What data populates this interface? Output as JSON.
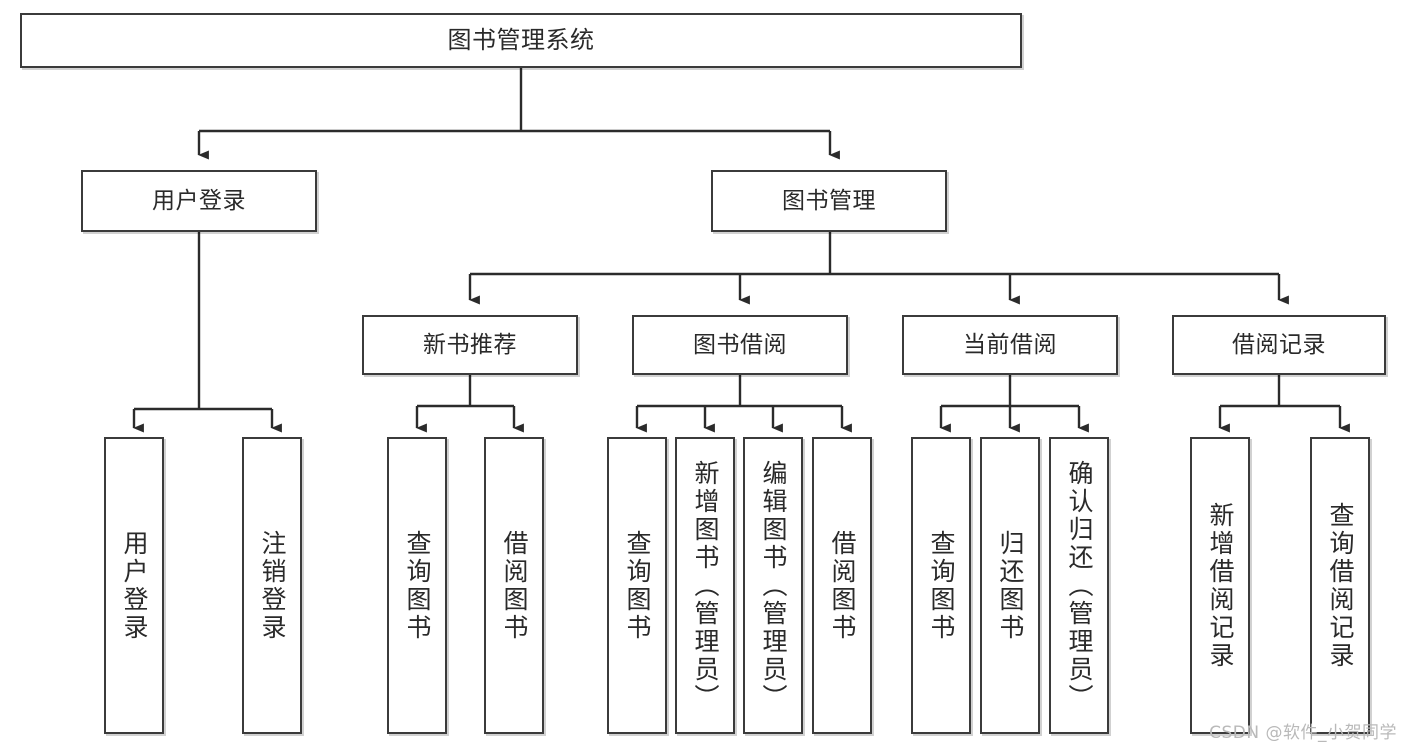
{
  "diagram": {
    "title": "图书管理系统",
    "type": "hierarchy-tree",
    "watermark": "CSDN @软件_小贺同学",
    "colors": {
      "box_border": "#3b3b3b",
      "box_fill": "#ffffff",
      "connector": "#2b2b2b",
      "text": "#2a2a2a",
      "watermark": "#b9b9b9"
    },
    "nodes": {
      "root": {
        "label": "图书管理系统"
      },
      "level2": [
        {
          "label": "用户登录"
        },
        {
          "label": "图书管理"
        }
      ],
      "level3": [
        {
          "label": "新书推荐"
        },
        {
          "label": "图书借阅"
        },
        {
          "label": "当前借阅"
        },
        {
          "label": "借阅记录"
        }
      ],
      "leaves": {
        "user_login": [
          {
            "label": "用户登录"
          },
          {
            "label": "注销登录"
          }
        ],
        "new_book": [
          {
            "label": "查询图书"
          },
          {
            "label": "借阅图书"
          }
        ],
        "borrow_book": [
          {
            "label": "查询图书"
          },
          {
            "label": "新增图书（管理员）"
          },
          {
            "label": "编辑图书（管理员）"
          },
          {
            "label": "借阅图书"
          }
        ],
        "current_borrow": [
          {
            "label": "查询图书"
          },
          {
            "label": "归还图书"
          },
          {
            "label": "确认归还（管理员）"
          }
        ],
        "borrow_record": [
          {
            "label": "新增借阅记录"
          },
          {
            "label": "查询借阅记录"
          }
        ]
      }
    }
  }
}
